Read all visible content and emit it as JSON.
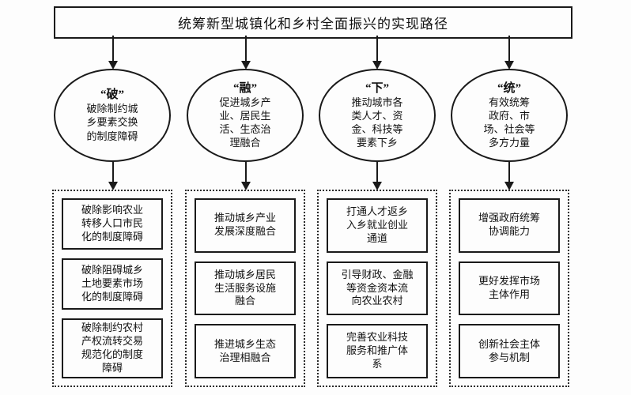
{
  "title": "统筹新型城镇化和乡村全面振兴的实现路径",
  "circles": [
    {
      "head": "“破”",
      "body": "破除制约城\n乡要素交换\n的制度障碍"
    },
    {
      "head": "“融”",
      "body": "促进城乡产\n业、居民生\n活、生态治\n理融合"
    },
    {
      "head": "“下”",
      "body": "推动城市各\n类人才、资\n金、科技等\n要素下乡"
    },
    {
      "head": "“统”",
      "body": "有效统筹\n政府、市\n场、社会等\n多方力量"
    }
  ],
  "columns": [
    {
      "boxes": [
        "破除影响农业\n转移人口市民\n化的制度障碍",
        "破除阻碍城乡\n土地要素市场\n化的制度障碍",
        "破除制约农村\n产权流转交易\n规范化的制度\n障碍"
      ]
    },
    {
      "boxes": [
        "推动城乡产业\n发展深度融合",
        "推动城乡居民\n生活服务设施\n融合",
        "推进城乡生态\n治理相融合"
      ]
    },
    {
      "boxes": [
        "打通人才返乡\n入乡就业创业\n通道",
        "引导财政、金融\n等资金资本流\n向农业农村",
        "完善农业科技\n服务和推广体\n系"
      ]
    },
    {
      "boxes": [
        "增强政府统筹\n协调能力",
        "更好发挥市场\n主体作用",
        "创新社会主体\n参与机制"
      ]
    }
  ],
  "colors": {
    "line": "#1a1a1a",
    "background": "#fdfdfd"
  }
}
